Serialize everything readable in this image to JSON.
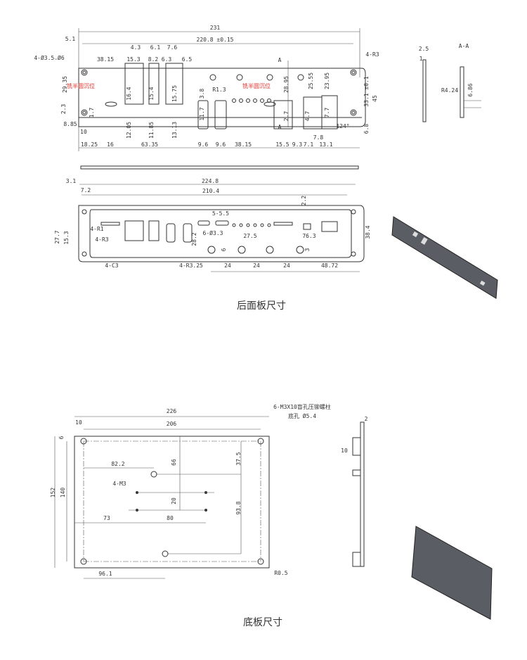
{
  "rear_panel": {
    "caption": "后面板尺寸",
    "front_view_labels": [
      "231",
      "5.1",
      "220.8 ±0.15",
      "4-Ø3.5⌵Ø6",
      "38.15",
      "4.3",
      "15.3",
      "6.1",
      "8.2",
      "7.6",
      "6.3",
      "6.5",
      "4-R3",
      "29.35",
      "铣半圆沉位",
      "铣半圆沉位",
      "2.3",
      "1.7",
      "8.85",
      "10",
      "16.4",
      "15.4",
      "15.75",
      "12.05",
      "11.85",
      "13.13",
      "3.8",
      "R1.3",
      "11.7",
      "28.95",
      "2.7",
      "25.55",
      "4.7",
      "23.95",
      "7.7",
      "33.1 ±0.1",
      "45",
      "6.8",
      "124°",
      "7.8",
      "18.25",
      "16",
      "63.35",
      "9.6",
      "9.6",
      "38.15",
      "15.5",
      "9.3",
      "7.1",
      "13.1",
      "A",
      "A"
    ],
    "section_labels": [
      "2.5",
      "1",
      "A-A",
      "R4.24",
      "6.86"
    ],
    "back_view_labels": [
      "3.1",
      "224.8",
      "7.2",
      "210.4",
      "2.2",
      "5-5.5",
      "6-Ø3.3",
      "27.5",
      "76.3",
      "4-R1",
      "4-R3",
      "27.7",
      "15.3",
      "28.2",
      "38.4",
      "6",
      "3",
      "4-C3",
      "4-R3.25",
      "24",
      "24",
      "24",
      "48.72"
    ]
  },
  "bottom_plate": {
    "caption": "底板尺寸",
    "labels": [
      "6-M3X10盲孔压铆螺柱",
      "底孔 Ø5.4",
      "226",
      "10",
      "206",
      "6",
      "82.2",
      "66",
      "37.5",
      "4-M3",
      "152",
      "140",
      "20",
      "93.8",
      "73",
      "80",
      "96.1",
      "R0.5",
      "2",
      "10"
    ]
  },
  "colors": {
    "line": "#333333",
    "note": "#e0302a",
    "plate_3d": "#5a5d63"
  }
}
